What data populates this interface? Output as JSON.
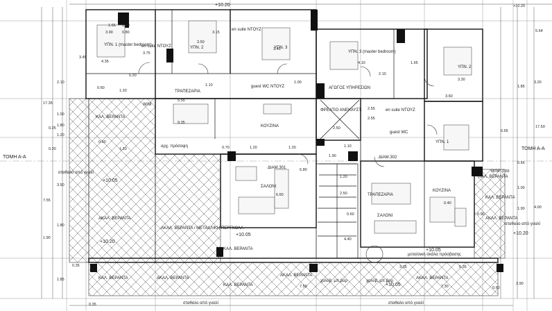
{
  "plan": {
    "section_label": "ΤΟΜΗ Α-Α",
    "levels": [
      "+10.20",
      "+10.05",
      "+10.05",
      "+10.20",
      "+10.20",
      "+10.05",
      "+10.05"
    ],
    "rooms": [
      {
        "id": "bed1",
        "text": "ΥΠΝ. 1 (master bedroom)"
      },
      {
        "id": "bed2",
        "text": "ΥΠΝ. 2"
      },
      {
        "id": "bed3",
        "text": "ΥΠΝ. 3"
      },
      {
        "id": "ensuite1",
        "text": "en suite ΝΤΟΥΖ"
      },
      {
        "id": "ensuite2",
        "text": "en suite ΝΤΟΥΖ"
      },
      {
        "id": "guestwc1",
        "text": "guest WC ΝΤΟΥΖ"
      },
      {
        "id": "dining1",
        "text": "ΤΡΑΠΕΖΑΡΙΑ"
      },
      {
        "id": "kitchen1",
        "text": "ΚΟΥΖΙΝΑ"
      },
      {
        "id": "living1",
        "text": "ΣΑΛΟΝΙ"
      },
      {
        "id": "apt1",
        "text": "ΔΙΑΜ.301"
      },
      {
        "id": "lightwell",
        "text": "ΑΓΩΓΟΣ ΥΠΗΡΕΣΙΩΝ"
      },
      {
        "id": "storage",
        "text": "ΦΡΕΑΤΙΟ ΑΝΕΚΑΥΣΤ."
      },
      {
        "id": "bed3b",
        "text": "ΥΠΝ. 3 (master bedroom)"
      },
      {
        "id": "bed2b",
        "text": "ΥΠΝ. 2"
      },
      {
        "id": "bed1b",
        "text": "ΥΠΝ. 1"
      },
      {
        "id": "ensuite3",
        "text": "en suite ΝΤΟΥΖ"
      },
      {
        "id": "guestwc2",
        "text": "guest WC"
      },
      {
        "id": "apt2",
        "text": "ΔΙΑΜ.302"
      },
      {
        "id": "dining2",
        "text": "ΤΡΑΠΕΖΑΡΙΑ"
      },
      {
        "id": "kitchen2",
        "text": "ΚΟΥΖΙΝΑ"
      },
      {
        "id": "living2",
        "text": "ΣΑΛΟΝΙ"
      },
      {
        "id": "ver1",
        "text": "ΚΑΛ. ΒΕΡΑΝΤΑ"
      },
      {
        "id": "ver2",
        "text": "ΑΚΑΛ. ΒΕΡΑΝΤΑ"
      },
      {
        "id": "ver3",
        "text": "ΑΚΑΛ. ΒΕΡΑΝΤΑ / ΜΕΤΑΛΛΙΚΗ ΠΕΡΓΚΟΛΑ"
      },
      {
        "id": "ver4",
        "text": "ΚΑΛ. ΒΕΡΑΝΤΑ"
      },
      {
        "id": "ver5",
        "text": "ΚΑΛ. ΒΕΡΑΝΤΑ"
      },
      {
        "id": "ver6",
        "text": "ΑΚΑΛ. ΒΕΡΑΝΤΑ"
      },
      {
        "id": "ver7",
        "text": "ΑΚΑΛ. ΒΕΡΑΝΤΑ"
      },
      {
        "id": "ver8",
        "text": "ΑΚΑΛ. ΒΕΡΑΝΤΑ"
      },
      {
        "id": "ver9",
        "text": "ΚΑΛ. ΒΕΡΑΝΤΑ"
      },
      {
        "id": "ver10",
        "text": "ΚΑΛ. ΒΕΡΑΝΤΑ"
      },
      {
        "id": "ver11",
        "text": "ΑΚΑΛ. ΒΕΡΑΝΤΑ"
      },
      {
        "id": "ver12",
        "text": "ΚΑΛ. ΒΕΡΑΝΤΑ"
      },
      {
        "id": "entr1",
        "text": "αρχ. πρόσοψη"
      },
      {
        "id": "glass1",
        "text": "σταθαλο από γυαλί"
      },
      {
        "id": "glass2",
        "text": "σταθαλο από γυαλί"
      },
      {
        "id": "glass3",
        "text": "σταθαλο από γυαλί"
      },
      {
        "id": "glass4",
        "text": "σταθαλο από γυαλί"
      },
      {
        "id": "metal1",
        "text": "μεταλλική σκάλα πρόσβασης"
      },
      {
        "id": "rail1",
        "text": "χαλύβ. μπ.βαρ"
      },
      {
        "id": "rail2",
        "text": "χαλύβ. μπ.βαρ"
      },
      {
        "id": "wm",
        "text": "W/M"
      },
      {
        "id": "wm2",
        "text": "W/M"
      }
    ],
    "dims": [
      "+10.20",
      "5.64",
      "3.90",
      "1.65",
      "0.80",
      "1.80",
      "3.15",
      "3.50",
      "3.75",
      "3.40",
      "4.35",
      "3.45",
      "5.20",
      "4.10",
      "2.10",
      "1.65",
      "3.30",
      "1.00",
      "1.20",
      "1.10",
      "0.60",
      "5.55",
      "9.35",
      "3.60",
      "2.55",
      "2.50",
      "2.55",
      "0.70",
      "1.20",
      "1.20",
      "1.20",
      "1.10",
      "0.60",
      "1.90",
      "0.65",
      "17.35",
      "17.50",
      "2.10",
      "1.00",
      "1.80",
      "1.20",
      "0.20",
      "0.25",
      "3.50",
      "7.55",
      "1.80",
      "1.90",
      "2.50",
      "0.60",
      "4.40",
      "1.20",
      "3.35",
      "5.35",
      "0.35",
      "7.30",
      "7.50",
      "0.35",
      "0.60",
      "3.90",
      "1.85",
      "1.00",
      "1.90",
      "3.20",
      "0.65",
      "4.00",
      "1.85",
      "6.80",
      "6.60",
      "0.90",
      "0.40",
      "0.65"
    ]
  }
}
